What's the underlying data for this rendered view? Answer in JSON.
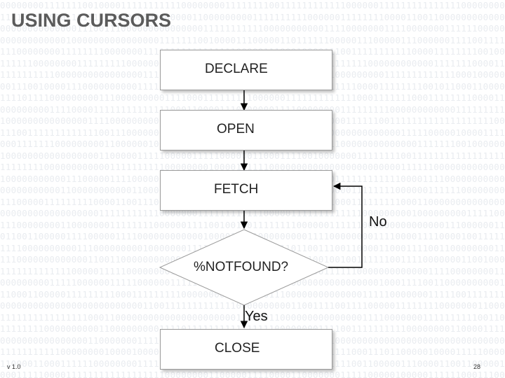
{
  "slide": {
    "title": "USING CURSORS",
    "footer_left": "v 1.0",
    "footer_right": "28"
  },
  "flowchart": {
    "nodes": {
      "declare": "DECLARE",
      "open": "OPEN",
      "fetch": "FETCH",
      "decision": "%NOTFOUND?",
      "close": "CLOSE"
    },
    "edges": {
      "no": "No",
      "yes": "Yes"
    }
  }
}
